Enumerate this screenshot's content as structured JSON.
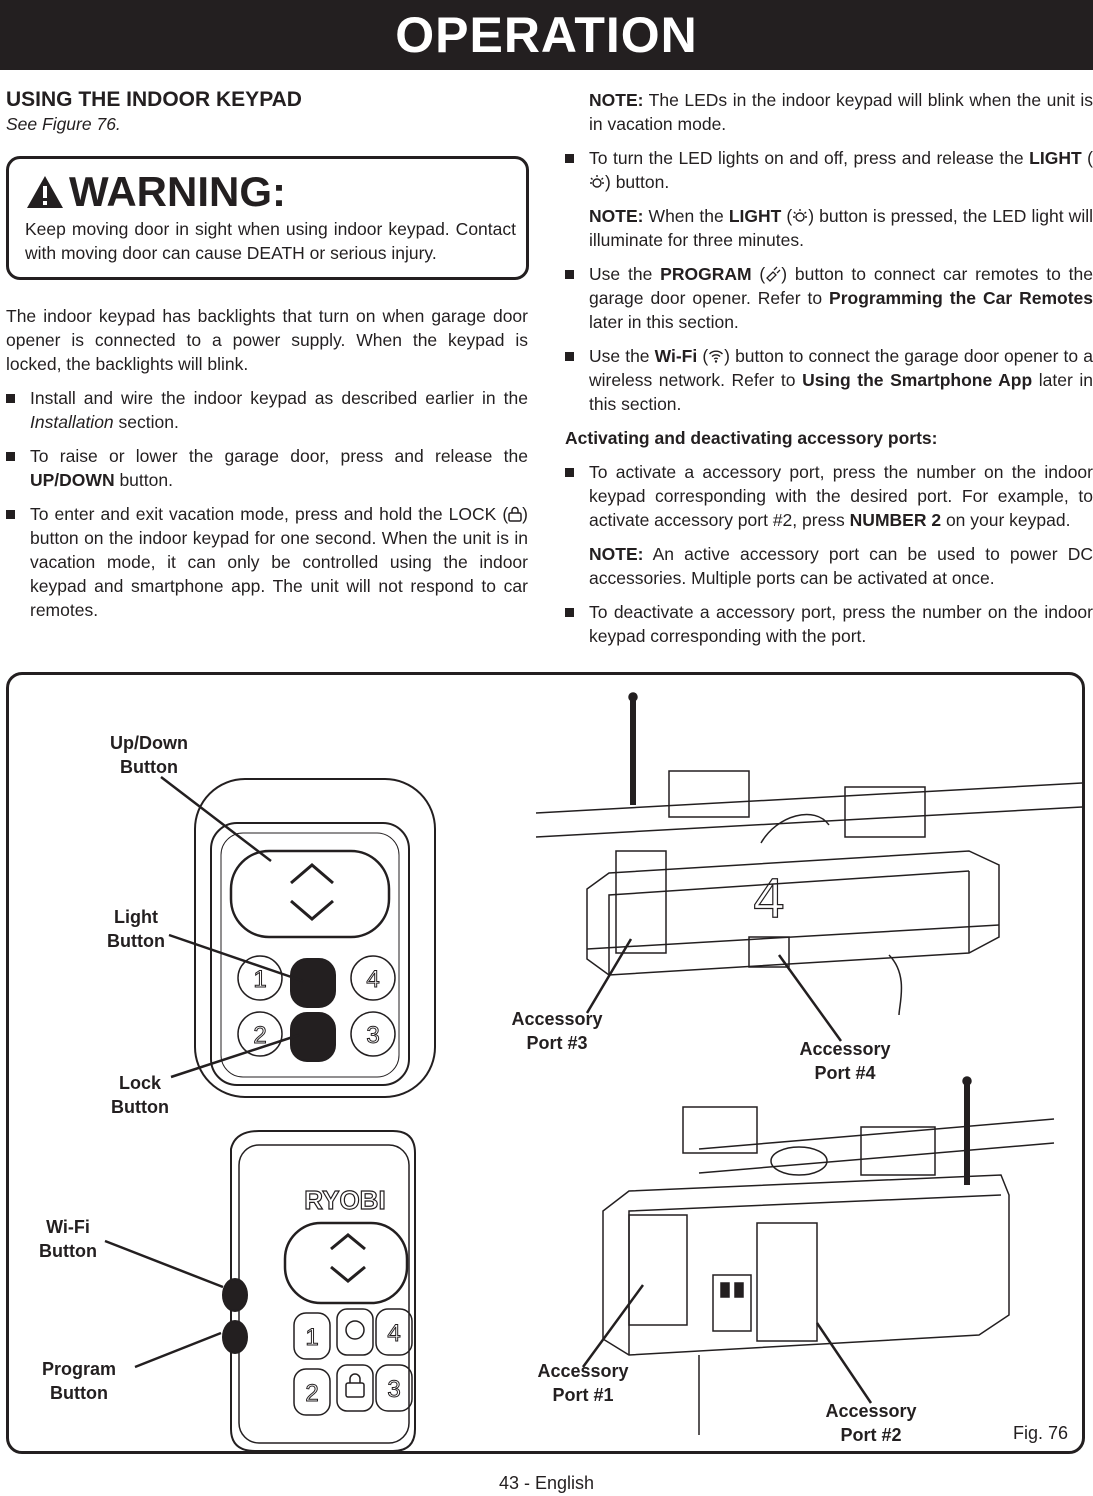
{
  "header": {
    "title": "OPERATION"
  },
  "left": {
    "section_title": "USING THE INDOOR KEYPAD",
    "see_figure": "See Figure 76.",
    "warning": {
      "title": "WARNING:",
      "text": "Keep moving door in sight when using indoor keypad. Contact with moving door can cause DEATH or serious injury."
    },
    "intro": "The indoor keypad has backlights that turn on when garage door opener is connected to a power supply. When the keypad is locked, the backlights will blink.",
    "bullets": [
      {
        "a": "Install and wire the indoor keypad as described earlier in the ",
        "em": "Installation",
        "b": " section."
      },
      {
        "a": "To raise or lower the garage door, press and release the ",
        "strong": "UP/DOWN",
        "b": " button."
      },
      {
        "a": "To enter and exit vacation mode, press and hold the LOCK (",
        "b": ") button on the indoor keypad for one second. When the unit is in vacation mode, it can only be controlled using the indoor keypad and smartphone app. The unit will not respond to car remotes."
      }
    ]
  },
  "right": {
    "note1": {
      "label": "NOTE:",
      "text": " The LEDs in the indoor keypad will blink when the unit is in vacation mode."
    },
    "bullet_light": {
      "a": "To turn the LED lights on and off, press and release the ",
      "strong": "LIGHT",
      "b": " (",
      "c": ") button."
    },
    "note2": {
      "label": "NOTE:",
      "a": " When the ",
      "strong": "LIGHT",
      "b": " (",
      "c": ") button is pressed, the LED light will illuminate for three minutes."
    },
    "bullet_program": {
      "a": "Use the ",
      "strong": "PROGRAM",
      "b": " (",
      "c": ") button to connect car remotes to the garage door opener. Refer to ",
      "strong2": "Programming the Car Remotes",
      "d": " later in this section."
    },
    "bullet_wifi": {
      "a": "Use the ",
      "strong": "Wi-Fi",
      "b": " (",
      "c": ") button to connect the garage door opener to a wireless network. Refer to ",
      "strong2": "Using the Smartphone App",
      "d": " later in this section."
    },
    "subhead": "Activating and deactivating accessory ports:",
    "bullet_activate": {
      "a": "To activate a accessory port, press the number on the indoor keypad corresponding with the desired port. For example, to activate accessory port #2, press ",
      "strong": "NUMBER 2",
      "b": " on your keypad."
    },
    "note3": {
      "label": "NOTE:",
      "text": " An active accessory port can be used to power DC accessories. Multiple ports can be activated at once."
    },
    "bullet_deactivate": "To deactivate a accessory port, press the number on the indoor keypad corresponding with the port."
  },
  "figure": {
    "callouts": {
      "up_down": "Up/Down Button",
      "light": "Light Button",
      "lock": "Lock Button",
      "wifi": "Wi-Fi Button",
      "program": "Program Button",
      "port3": "Accessory Port #3",
      "port4": "Accessory Port #4",
      "port1": "Accessory Port #1",
      "port2": "Accessory Port #2"
    },
    "keypad_digits": [
      "1",
      "2",
      "3",
      "4"
    ],
    "keypad_brand": "RYOBI",
    "unit_digit": "4",
    "fig_label": "Fig. 76"
  },
  "footer": {
    "page": "43 - English"
  }
}
